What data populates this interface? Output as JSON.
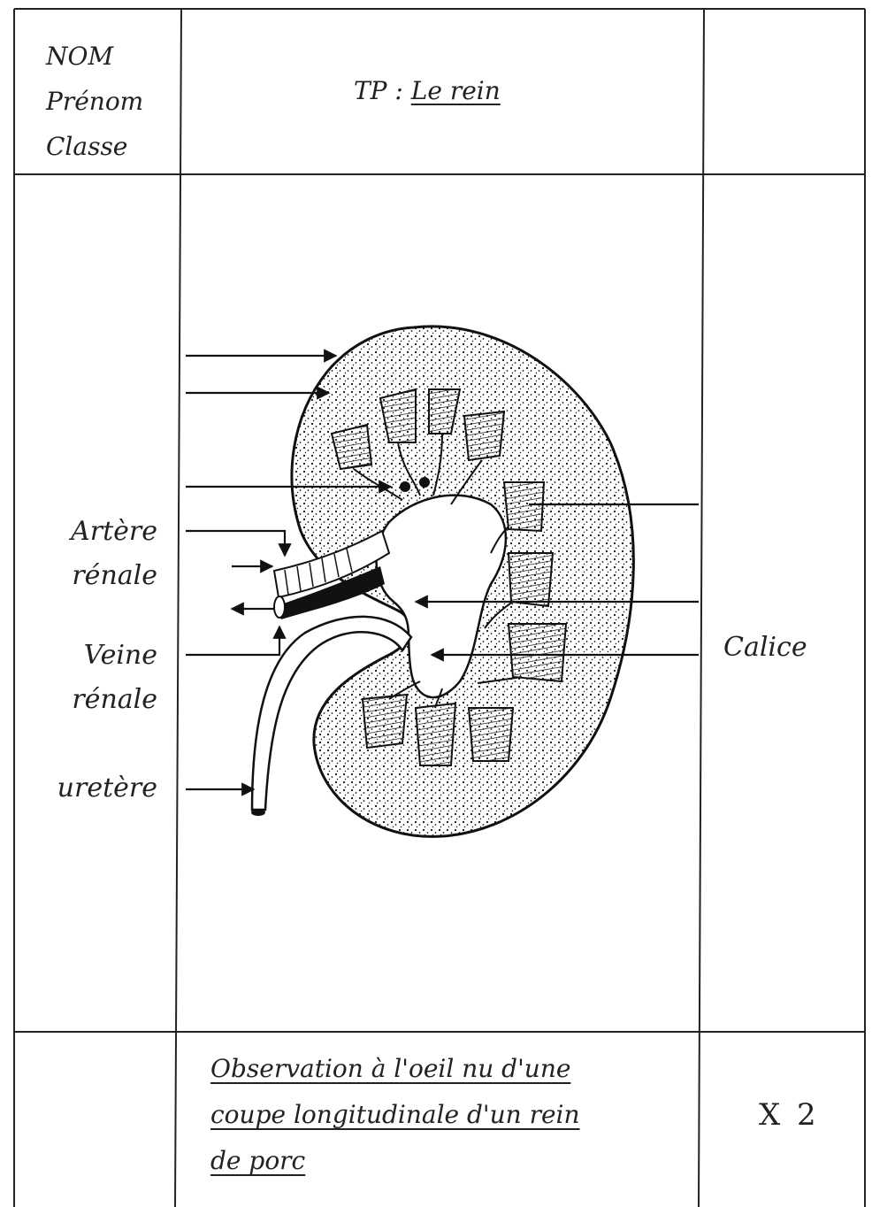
{
  "header": {
    "student_fields": [
      "NOM",
      "Prénom",
      "Classe"
    ],
    "title_prefix": "TP : ",
    "title_main": "Le rein"
  },
  "labels": {
    "artery": [
      "Artère",
      "rénale"
    ],
    "vein": [
      "Veine",
      "rénale"
    ],
    "ureter": "uretère",
    "calyx": "Calice"
  },
  "caption": {
    "lines": [
      "Observation à l'oeil nu d'une",
      "coupe longitudinale d'un rein",
      "de porc"
    ],
    "magnification": "X 2"
  }
}
